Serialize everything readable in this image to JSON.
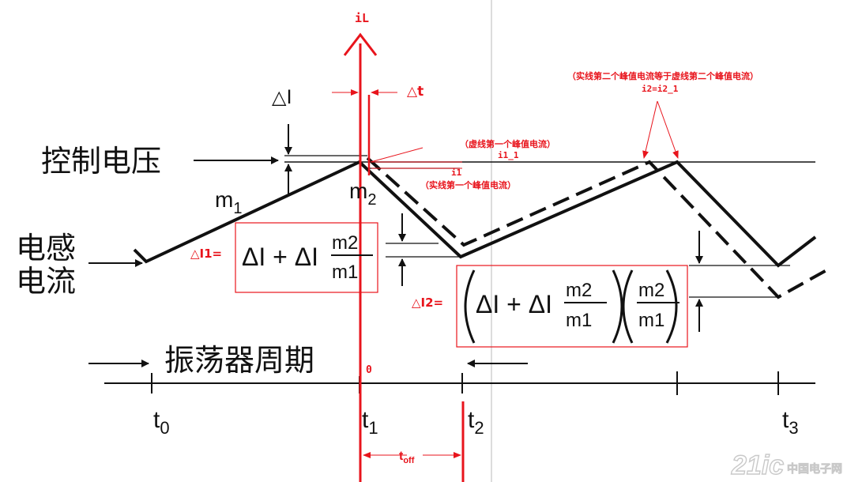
{
  "labels": {
    "iL": "iL",
    "delta_t": "△t",
    "delta_I": "△I",
    "control_voltage": "控制电压",
    "m1": "m",
    "m1_sub": "1",
    "m2": "m",
    "m2_sub": "2",
    "inductor_line1": "电感",
    "inductor_line2": "电流",
    "oscillator_period": "振荡器周期",
    "zero": "0",
    "t0": "t",
    "t0_sub": "0",
    "t1": "t",
    "t1_sub": "1",
    "t2": "t",
    "t2_sub": "2",
    "t3": "t",
    "t3_sub": "3",
    "toff": "t",
    "toff_sub": "off",
    "watermark": "21ic",
    "watermark_cn": "中国电子网"
  },
  "annotations": {
    "dashed_first_peak": "（虚线第一个峰值电流）",
    "dashed_first_peak_label": "i1_1",
    "solid_first_peak_label": "i1",
    "solid_first_peak": "（实线第一个峰值电流）",
    "second_peak_note": "（实线第二个峰值电流等于虚线第二个峰值电流）",
    "second_peak_eq": "i2=i2_1"
  },
  "formulas": {
    "dI1_label": "△I1=",
    "dI1_a": "ΔI + ΔI",
    "dI1_num": "m2",
    "dI1_den": "m1",
    "dI2_label": "△I2=",
    "dI2_a": "ΔI + ΔI",
    "dI2_num1": "m2",
    "dI2_den1": "m1",
    "dI2_num2": "m2",
    "dI2_den2": "m1"
  },
  "colors": {
    "red": "#e8141c",
    "black": "#111111"
  }
}
